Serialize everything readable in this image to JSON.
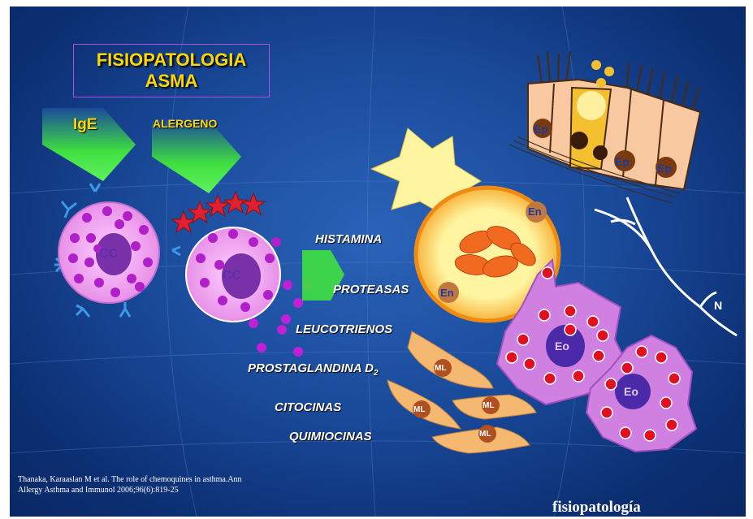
{
  "title": {
    "line1": "FISIOPATOLOGIA",
    "line2": "ASMA"
  },
  "arrows": {
    "ige": "IgE",
    "alergeno": "ALERGENO"
  },
  "mediators": [
    "HISTAMINA",
    "PROTEASAS",
    "LEUCOTRIENOS",
    "PROSTAGLANDINA D",
    "CITOCINAS",
    "QUIMIOCINAS"
  ],
  "prostaglandin_subscript": "2",
  "cells": {
    "cc": "CC",
    "en": "En",
    "ep": "Ep",
    "eo": "Eo",
    "ml": "ML",
    "n": "N"
  },
  "reference": {
    "line1": "Thanaka, Karaaslan M et al. The role of chemoquines in asthma.Ann",
    "line2": "Allergy Asthma and Immunol 2006;96(6):819-25"
  },
  "footer": "fisiopatología",
  "colors": {
    "title": "#ffd700",
    "label": "#ffffff",
    "mast_cell": "#f5b0f0",
    "granule": "#b020c8",
    "eosinophil_granule": "#e01020",
    "arrow_green": "#40e040"
  }
}
